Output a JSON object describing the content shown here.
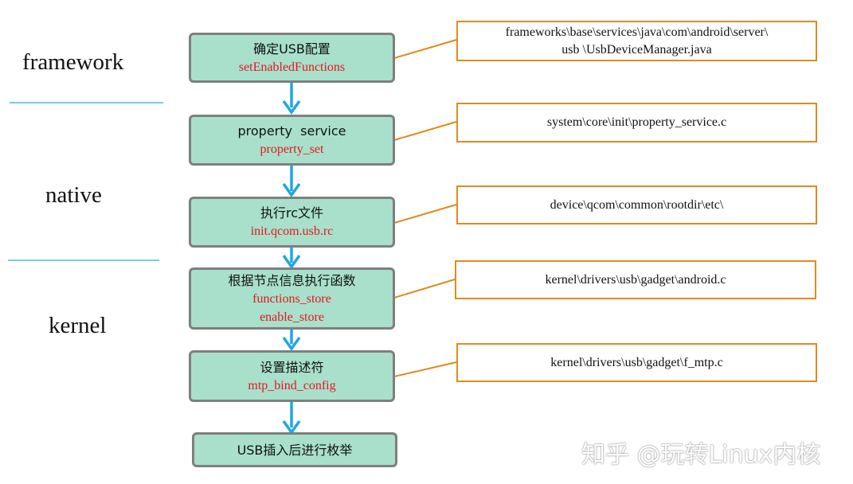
{
  "layers": {
    "framework": "framework",
    "native": "native",
    "kernel": "kernel"
  },
  "steps": [
    {
      "title": "确定USB配置",
      "functions": [
        "setEnabledFunctions"
      ],
      "path": [
        "frameworks\\base\\services\\java\\com\\android\\server\\",
        "usb \\UsbDeviceManager.java"
      ]
    },
    {
      "title": "property  service",
      "functions": [
        "property_set"
      ],
      "path": [
        "system\\core\\init\\property_service.c"
      ]
    },
    {
      "title": "执行rc文件",
      "functions": [
        "init.qcom.usb.rc"
      ],
      "path": [
        "device\\qcom\\common\\rootdir\\etc\\"
      ]
    },
    {
      "title": "根据节点信息执行函数",
      "functions": [
        "functions_store",
        "enable_store"
      ],
      "path": [
        "kernel\\drivers\\usb\\gadget\\android.c"
      ]
    },
    {
      "title": "设置描述符",
      "functions": [
        "mtp_bind_config"
      ],
      "path": [
        "kernel\\drivers\\usb\\gadget\\f_mtp.c"
      ]
    },
    {
      "title": "USB插入后进行枚举",
      "functions": [],
      "path": []
    }
  ],
  "watermark": "知乎 @玩转Linux内核",
  "colors": {
    "box_fill": "#a8e0cc",
    "box_border": "#7f7f7f",
    "function_text": "#e8161d",
    "path_border": "#e08a1e",
    "arrow": "#1ea7e1",
    "divider": "#4fb7d8"
  }
}
